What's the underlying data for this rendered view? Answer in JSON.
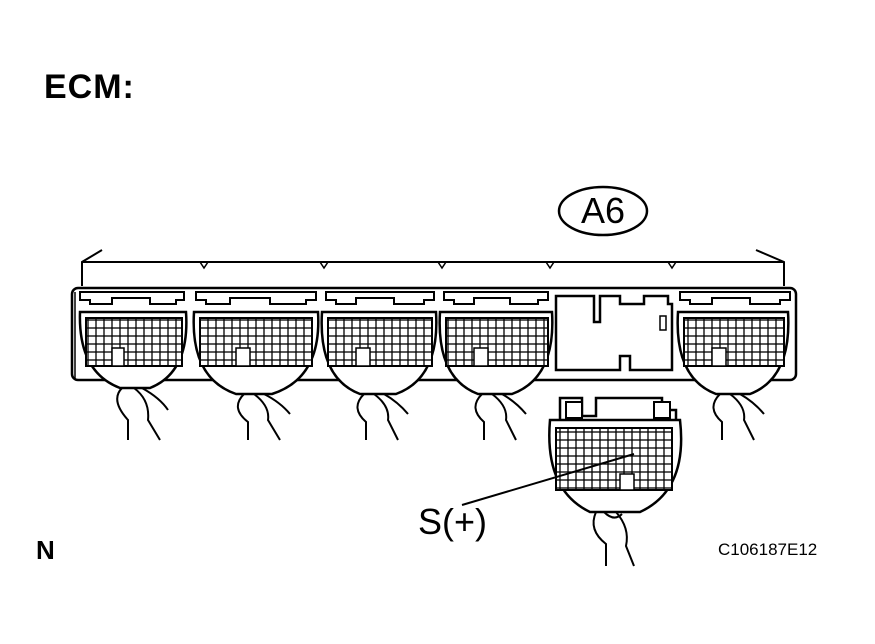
{
  "title": "ECM:",
  "connector_id": "A6",
  "terminal_label": "S(+)",
  "corner_mark": "N",
  "figure_code": "C106187E12"
}
